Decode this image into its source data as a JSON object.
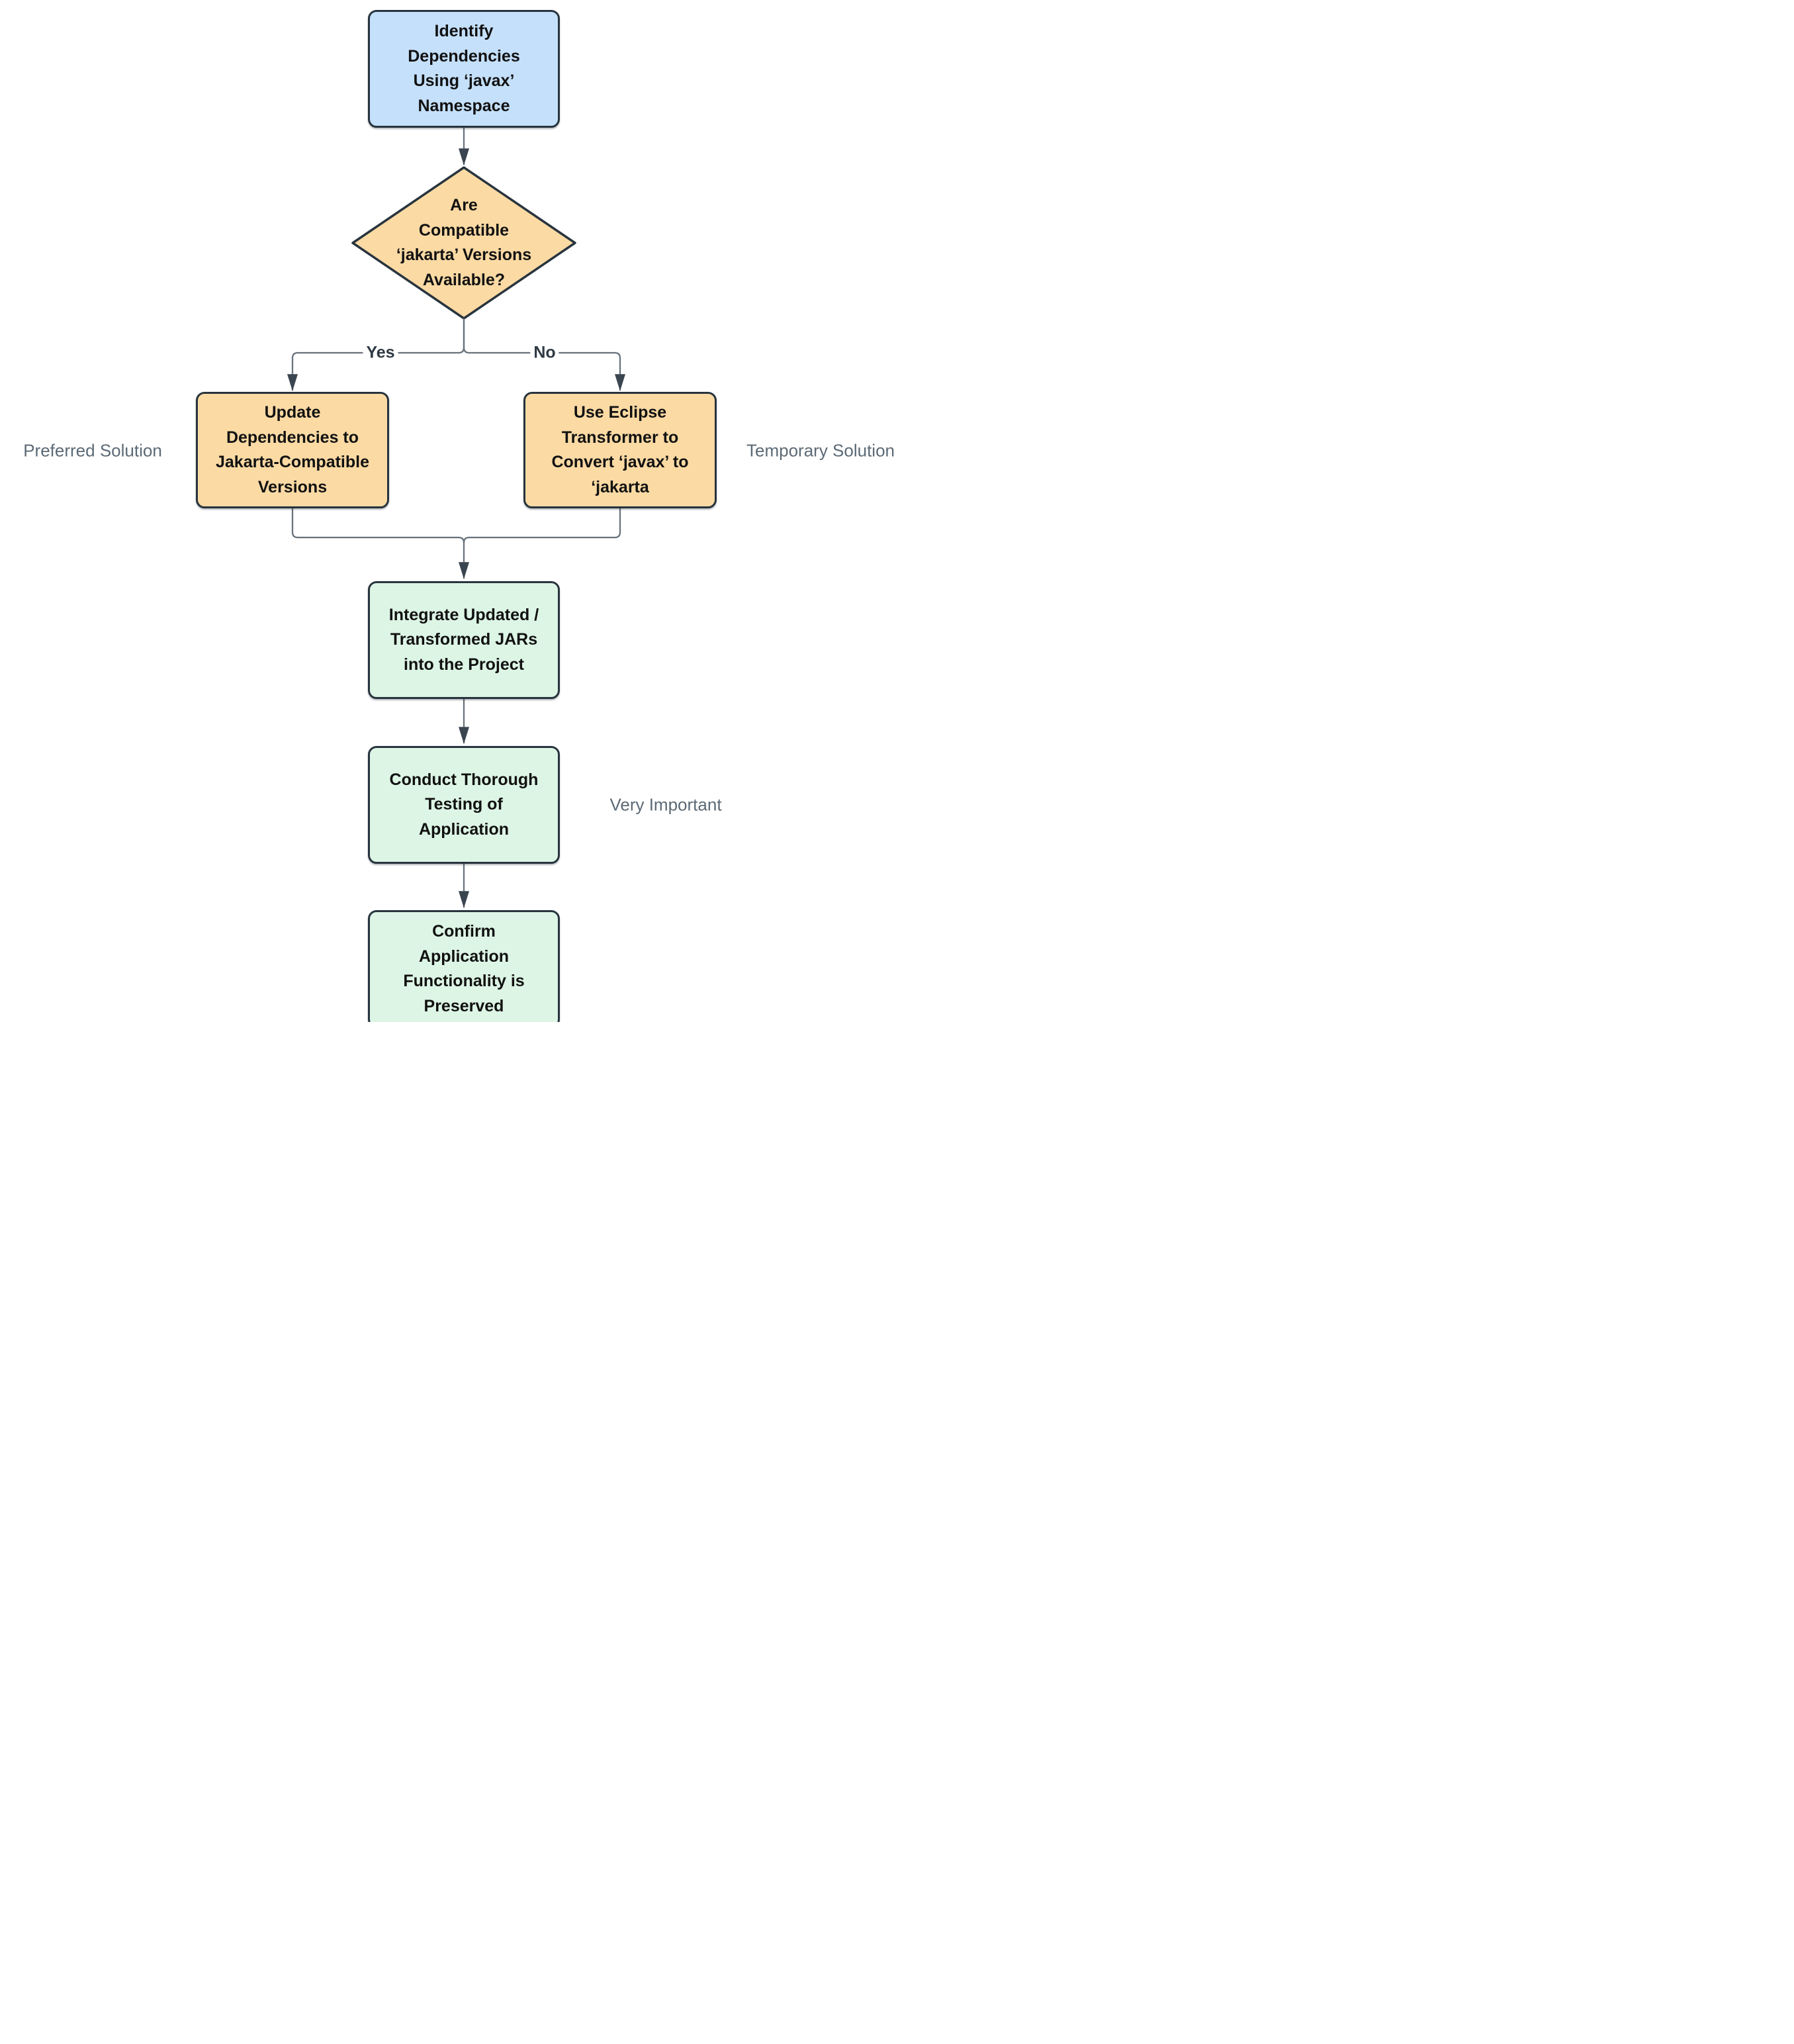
{
  "diagram": {
    "type": "flowchart",
    "background": "#ffffff",
    "nodes": [
      {
        "id": "start",
        "shape": "rounded-rect",
        "fill": "#c5e0fb",
        "label": "Identify\nDependencies\nUsing ‘javax’\nNamespace"
      },
      {
        "id": "decision",
        "shape": "diamond",
        "fill": "#fbdaa4",
        "label": "Are\nCompatible\n‘jakarta’ Versions\nAvailable?"
      },
      {
        "id": "update-dependencies",
        "shape": "rounded-rect",
        "fill": "#fbdaa4",
        "label": "Update\nDependencies to\nJakarta-Compatible\nVersions"
      },
      {
        "id": "eclipse-transformer",
        "shape": "rounded-rect",
        "fill": "#fbdaa4",
        "label": "Use Eclipse\nTransformer to\nConvert ‘javax’ to\n‘jakarta"
      },
      {
        "id": "integrate-jars",
        "shape": "rounded-rect",
        "fill": "#ddf5e5",
        "label": "Integrate Updated /\nTransformed JARs\ninto the Project"
      },
      {
        "id": "conduct-testing",
        "shape": "rounded-rect",
        "fill": "#ddf5e5",
        "label": "Conduct Thorough\nTesting of\nApplication"
      },
      {
        "id": "confirm-functionality",
        "shape": "rounded-rect",
        "fill": "#ddf5e5",
        "label": "Confirm\nApplication\nFunctionality is\nPreserved"
      }
    ],
    "edge_labels": {
      "yes": "Yes",
      "no": "No"
    },
    "annotations": {
      "preferred": "Preferred Solution",
      "temporary": "Temporary Solution",
      "important": "Very Important"
    },
    "colors": {
      "process_fill": "#c5e0fb",
      "decision_fill": "#fbdaa4",
      "result_fill": "#ddf5e5",
      "shape_border": "#28343e",
      "connector": "#68727b",
      "arrowhead": "#3a4550",
      "node_text": "#111111",
      "edge_label_text": "#2f3a44",
      "annotation_text": "#5c6a76"
    }
  }
}
